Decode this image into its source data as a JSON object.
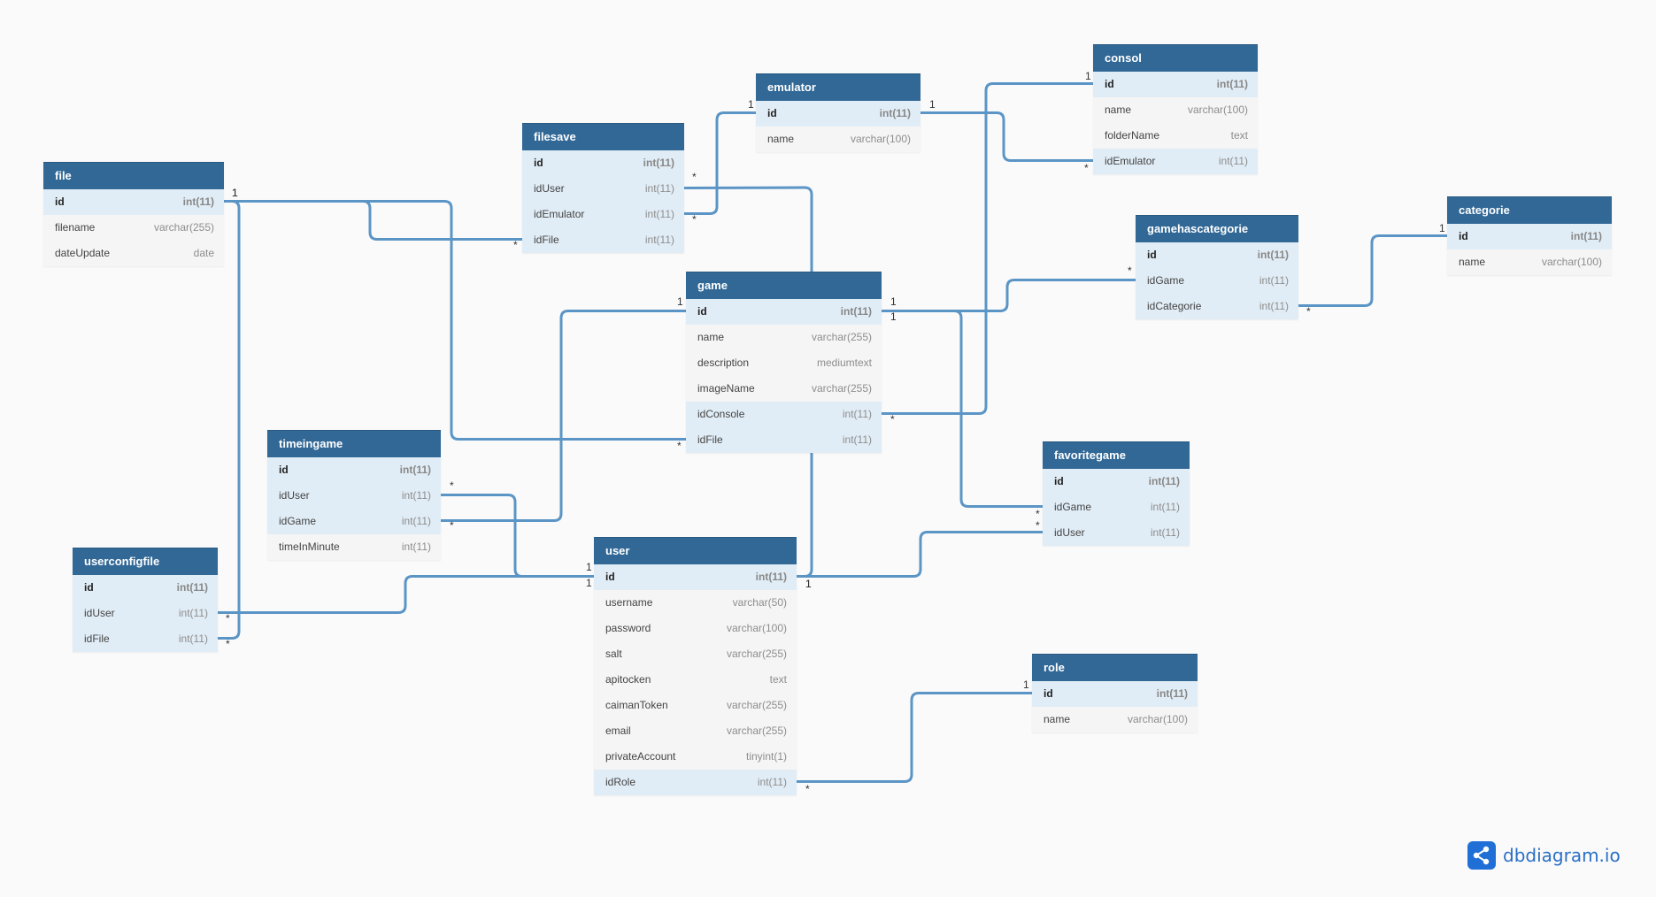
{
  "brand": {
    "name": "dbdiagram.io",
    "icon": "share-nodes-icon",
    "color": "#1f6fd6"
  },
  "colors": {
    "header": "#316896",
    "link": "#5b95c6",
    "highlight": "#e1edf6"
  },
  "tables": [
    {
      "name": "file",
      "fields": [
        {
          "name": "id",
          "type": "int(11)",
          "pk": true
        },
        {
          "name": "filename",
          "type": "varchar(255)"
        },
        {
          "name": "dateUpdate",
          "type": "date"
        }
      ]
    },
    {
      "name": "filesave",
      "fields": [
        {
          "name": "id",
          "type": "int(11)",
          "pk": true
        },
        {
          "name": "idUser",
          "type": "int(11)",
          "fk": true
        },
        {
          "name": "idEmulator",
          "type": "int(11)",
          "fk": true
        },
        {
          "name": "idFile",
          "type": "int(11)",
          "fk": true
        }
      ]
    },
    {
      "name": "emulator",
      "fields": [
        {
          "name": "id",
          "type": "int(11)",
          "pk": true
        },
        {
          "name": "name",
          "type": "varchar(100)"
        }
      ]
    },
    {
      "name": "consol",
      "fields": [
        {
          "name": "id",
          "type": "int(11)",
          "pk": true
        },
        {
          "name": "name",
          "type": "varchar(100)"
        },
        {
          "name": "folderName",
          "type": "text"
        },
        {
          "name": "idEmulator",
          "type": "int(11)",
          "fk": true
        }
      ]
    },
    {
      "name": "gamehascategorie",
      "fields": [
        {
          "name": "id",
          "type": "int(11)",
          "pk": true
        },
        {
          "name": "idGame",
          "type": "int(11)",
          "fk": true
        },
        {
          "name": "idCategorie",
          "type": "int(11)",
          "fk": true
        }
      ]
    },
    {
      "name": "categorie",
      "fields": [
        {
          "name": "id",
          "type": "int(11)",
          "pk": true
        },
        {
          "name": "name",
          "type": "varchar(100)"
        }
      ]
    },
    {
      "name": "game",
      "fields": [
        {
          "name": "id",
          "type": "int(11)",
          "pk": true
        },
        {
          "name": "name",
          "type": "varchar(255)"
        },
        {
          "name": "description",
          "type": "mediumtext"
        },
        {
          "name": "imageName",
          "type": "varchar(255)"
        },
        {
          "name": "idConsole",
          "type": "int(11)",
          "fk": true
        },
        {
          "name": "idFile",
          "type": "int(11)",
          "fk": true
        }
      ]
    },
    {
      "name": "timeingame",
      "fields": [
        {
          "name": "id",
          "type": "int(11)",
          "pk": true
        },
        {
          "name": "idUser",
          "type": "int(11)",
          "fk": true
        },
        {
          "name": "idGame",
          "type": "int(11)",
          "fk": true
        },
        {
          "name": "timeInMinute",
          "type": "int(11)"
        }
      ]
    },
    {
      "name": "favoritegame",
      "fields": [
        {
          "name": "id",
          "type": "int(11)",
          "pk": true
        },
        {
          "name": "idGame",
          "type": "int(11)",
          "fk": true
        },
        {
          "name": "idUser",
          "type": "int(11)",
          "fk": true
        }
      ]
    },
    {
      "name": "userconfigfile",
      "fields": [
        {
          "name": "id",
          "type": "int(11)",
          "pk": true
        },
        {
          "name": "idUser",
          "type": "int(11)",
          "fk": true
        },
        {
          "name": "idFile",
          "type": "int(11)",
          "fk": true
        }
      ]
    },
    {
      "name": "user",
      "fields": [
        {
          "name": "id",
          "type": "int(11)",
          "pk": true
        },
        {
          "name": "username",
          "type": "varchar(50)"
        },
        {
          "name": "password",
          "type": "varchar(100)"
        },
        {
          "name": "salt",
          "type": "varchar(255)"
        },
        {
          "name": "apitocken",
          "type": "text"
        },
        {
          "name": "caimanToken",
          "type": "varchar(255)"
        },
        {
          "name": "email",
          "type": "varchar(255)"
        },
        {
          "name": "privateAccount",
          "type": "tinyint(1)"
        },
        {
          "name": "idRole",
          "type": "int(11)",
          "fk": true
        }
      ]
    },
    {
      "name": "role",
      "fields": [
        {
          "name": "id",
          "type": "int(11)",
          "pk": true
        },
        {
          "name": "name",
          "type": "varchar(100)"
        }
      ]
    }
  ],
  "relations": [
    {
      "from": "file.id",
      "to": "filesave.idFile",
      "from_card": "1",
      "to_card": "*"
    },
    {
      "from": "file.id",
      "to": "game.idFile",
      "from_card": "1",
      "to_card": "*"
    },
    {
      "from": "file.id",
      "to": "userconfigfile.idFile",
      "from_card": "1",
      "to_card": "*"
    },
    {
      "from": "emulator.id",
      "to": "filesave.idEmulator",
      "from_card": "1",
      "to_card": "*"
    },
    {
      "from": "emulator.id",
      "to": "consol.idEmulator",
      "from_card": "1",
      "to_card": "*"
    },
    {
      "from": "consol.id",
      "to": "game.idConsole",
      "from_card": "1",
      "to_card": "*"
    },
    {
      "from": "game.id",
      "to": "gamehascategorie.idGame",
      "from_card": "1",
      "to_card": "*"
    },
    {
      "from": "categorie.id",
      "to": "gamehascategorie.idCategorie",
      "from_card": "1",
      "to_card": "*"
    },
    {
      "from": "game.id",
      "to": "timeingame.idGame",
      "from_card": "1",
      "to_card": "*"
    },
    {
      "from": "game.id",
      "to": "favoritegame.idGame",
      "from_card": "1",
      "to_card": "*"
    },
    {
      "from": "user.id",
      "to": "filesave.idUser",
      "from_card": "1",
      "to_card": "*"
    },
    {
      "from": "user.id",
      "to": "timeingame.idUser",
      "from_card": "1",
      "to_card": "*"
    },
    {
      "from": "user.id",
      "to": "userconfigfile.idUser",
      "from_card": "1",
      "to_card": "*"
    },
    {
      "from": "user.id",
      "to": "favoritegame.idUser",
      "from_card": "1",
      "to_card": "*"
    },
    {
      "from": "role.id",
      "to": "user.idRole",
      "from_card": "1",
      "to_card": "*"
    }
  ]
}
